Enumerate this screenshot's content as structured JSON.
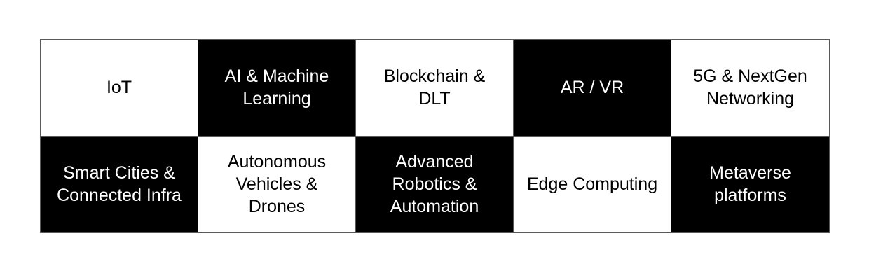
{
  "canvas": {
    "background": "#ffffff"
  },
  "palette": {
    "dark_cell_fill": "#000000",
    "dark_cell_text": "#ffffff",
    "light_cell_fill": "#ffffff",
    "light_cell_text": "#000000",
    "border": "#595959"
  },
  "grid": {
    "rows": 2,
    "columns": 5,
    "cells": [
      {
        "label": "IoT",
        "fill": "light"
      },
      {
        "label": "AI & Machine\nLearning",
        "fill": "dark"
      },
      {
        "label": "Blockchain &\nDLT",
        "fill": "light"
      },
      {
        "label": "AR / VR",
        "fill": "dark"
      },
      {
        "label": "5G & NextGen\nNetworking",
        "fill": "light"
      },
      {
        "label": "Smart Cities &\nConnected Infra",
        "fill": "dark"
      },
      {
        "label": "Autonomous\nVehicles &\nDrones",
        "fill": "light"
      },
      {
        "label": "Advanced\nRobotics &\nAutomation",
        "fill": "dark"
      },
      {
        "label": "Edge Computing",
        "fill": "light"
      },
      {
        "label": "Metaverse\nplatforms",
        "fill": "dark"
      }
    ]
  }
}
